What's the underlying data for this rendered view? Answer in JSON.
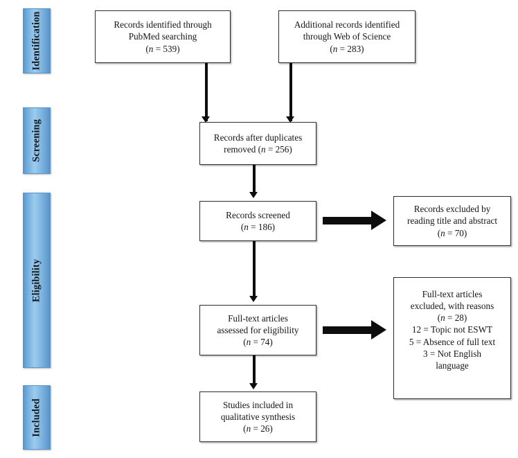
{
  "diagram": {
    "type": "prisma-flow-diagram",
    "title": "PRISMA Flow Diagram",
    "stages": [
      {
        "id": "identification",
        "label": "Identification"
      },
      {
        "id": "screening",
        "label": "Screening"
      },
      {
        "id": "eligibility",
        "label": "Eligibility"
      },
      {
        "id": "included",
        "label": "Included"
      }
    ],
    "boxes": [
      {
        "id": "records-pubmed",
        "lines": [
          "Records identified through",
          "PubMed searching",
          "(n = 539)"
        ],
        "count": 539,
        "count_label": "(n = 539)"
      },
      {
        "id": "records-web-of-science",
        "lines": [
          "Additional records identified",
          "through Web of Science",
          "(n = 283)"
        ],
        "count": 283,
        "count_label": "(n = 283)"
      },
      {
        "id": "records-after-duplicates",
        "lines": [
          "Records after duplicates",
          "removed (n = 256)"
        ],
        "count": 256,
        "count_label": "(n = 256)"
      },
      {
        "id": "records-screened",
        "lines": [
          "Records screened",
          "(n = 186)"
        ],
        "count": 186,
        "count_label": "(n = 186)"
      },
      {
        "id": "records-excluded",
        "lines": [
          "Records excluded by",
          "reading title and abstract",
          "(n = 70)"
        ],
        "count": 70,
        "count_label": "(n = 70)"
      },
      {
        "id": "full-text-assessed",
        "lines": [
          "Full-text articles",
          "assessed for eligibility",
          "(n = 74)"
        ],
        "count": 74,
        "count_label": "(n = 74)"
      },
      {
        "id": "full-text-excluded",
        "lines": [
          "Full-text articles",
          "excluded, with reasons",
          "(n = 28)",
          "12 = Topic not ESWT",
          "5 = Absence of full text",
          "3 = Not English",
          "language"
        ],
        "count": 28,
        "count_label": "(n = 28)",
        "reasons": [
          {
            "count": 12,
            "reason": "Topic not ESWT",
            "text": "12 = Topic not ESWT"
          },
          {
            "count": 5,
            "reason": "Absence of full text",
            "text": "5 = Absence of full text"
          },
          {
            "count": 3,
            "reason": "Not English language",
            "text": "3 = Not English"
          }
        ]
      },
      {
        "id": "studies-included",
        "lines": [
          "Studies included in",
          "qualitative synthesis",
          "(n = 26)"
        ],
        "count": 26,
        "count_label": "(n = 26)"
      }
    ],
    "colors": {
      "stage_bar_light": "#9ccbee",
      "stage_bar_mid": "#78b2e0",
      "stage_bar_dark": "#5a93c8",
      "box_border": "#2c2c2c",
      "arrow": "#0d0d0d",
      "background": "#ffffff"
    }
  },
  "text": {
    "pubmed_l1": "Records identified through",
    "pubmed_l2": "PubMed searching",
    "pubmed_l3": "(n = 539)",
    "wos_l1": "Additional records identified",
    "wos_l2": "through Web of Science",
    "wos_l3": "(n = 283)",
    "dup_l1": "Records after duplicates",
    "dup_l2": "removed (n = 256)",
    "screened_l1": "Records screened",
    "screened_l2": "(n = 186)",
    "excluded_l1": "Records excluded by",
    "excluded_l2": "reading title and abstract",
    "excluded_l3": "(n = 70)",
    "fulltext_l1": "Full-text articles",
    "fulltext_l2": "assessed for eligibility",
    "fulltext_l3": "(n = 74)",
    "reasons_l1": "Full-text articles",
    "reasons_l2": "excluded, with reasons",
    "reasons_l3": "(n = 28)",
    "reasons_l4": "12 = Topic not ESWT",
    "reasons_l5": "5 = Absence of full text",
    "reasons_l6": "3 = Not English",
    "reasons_l7": "language",
    "included_l1": "Studies included in",
    "included_l2": "qualitative synthesis",
    "included_l3": "(n = 26)",
    "stage_identification": "Identification",
    "stage_screening": "Screening",
    "stage_eligibility": "Eligibility",
    "stage_included": "Included"
  }
}
